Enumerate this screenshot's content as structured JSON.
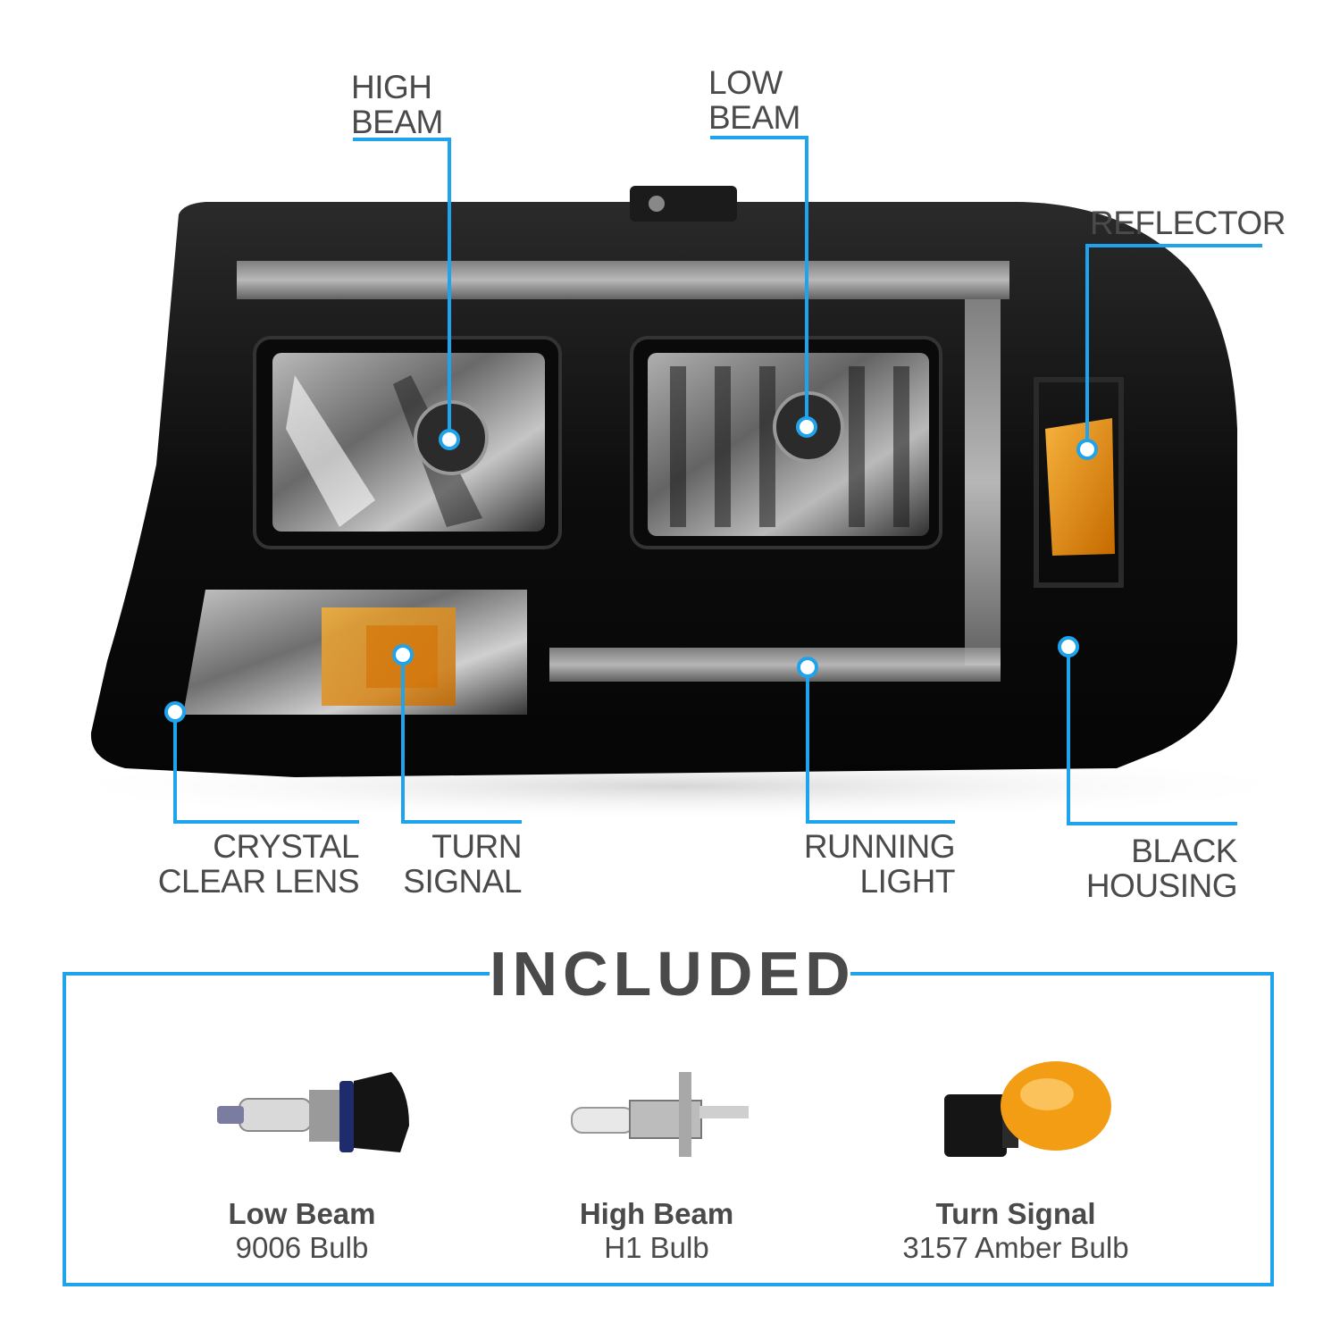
{
  "callouts": {
    "high_beam": [
      "HIGH",
      "BEAM"
    ],
    "low_beam": [
      "LOW",
      "BEAM"
    ],
    "reflector": [
      "REFLECTOR"
    ],
    "crystal_clear_lens": [
      "CRYSTAL",
      "CLEAR LENS"
    ],
    "turn_signal": [
      "TURN",
      "SIGNAL"
    ],
    "running_light": [
      "RUNNING",
      "LIGHT"
    ],
    "black_housing": [
      "BLACK",
      "HOUSING"
    ]
  },
  "included": {
    "title": "INCLUDED",
    "items": [
      {
        "name": "Low Beam",
        "desc": "9006 Bulb",
        "icon": "9006-bulb-icon"
      },
      {
        "name": "High Beam",
        "desc": "H1 Bulb",
        "icon": "h1-bulb-icon"
      },
      {
        "name": "Turn Signal",
        "desc": "3157 Amber Bulb",
        "icon": "3157-amber-bulb-icon"
      }
    ]
  },
  "colors": {
    "accent": "#1fa3ec",
    "text": "#4a4a4a",
    "housing": "#111111",
    "amber": "#e8900c"
  }
}
